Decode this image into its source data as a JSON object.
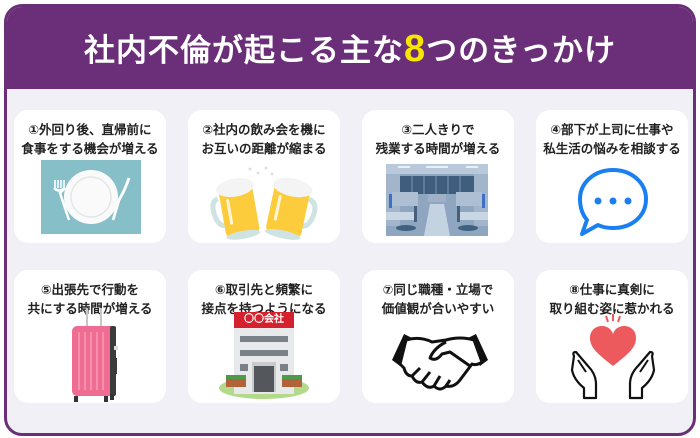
{
  "header": {
    "title_before": "社内不倫が起こる主な",
    "title_number": "8",
    "title_after": "つのきっかけ",
    "bg_color": "#6a2f78",
    "number_color": "#f7e600"
  },
  "cards": [
    {
      "line1": "①外回り後、直帰前に",
      "line2": "食事をする機会が増える",
      "icon": "plate-icon"
    },
    {
      "line1": "②社内の飲み会を機に",
      "line2": "お互いの距離が縮まる",
      "icon": "beer-mugs-icon"
    },
    {
      "line1": "③二人きりで",
      "line2": "残業する時間が増える",
      "icon": "office-icon"
    },
    {
      "line1": "④部下が上司に仕事や",
      "line2": "私生活の悩みを相談する",
      "icon": "chat-bubble-icon"
    },
    {
      "line1": "⑤出張先で行動を",
      "line2": "共にする時間が増える",
      "icon": "suitcase-icon"
    },
    {
      "line1": "⑥取引先と頻繁に",
      "line2": "接点を持つようになる",
      "icon": "company-building-icon"
    },
    {
      "line1": "⑦同じ職種・立場で",
      "line2": "価値観が合いやすい",
      "icon": "handshake-icon"
    },
    {
      "line1": "⑧仕事に真剣に",
      "line2": "取り組む姿に惹かれる",
      "icon": "heart-hands-icon"
    }
  ],
  "building_sign": "〇〇会社",
  "colors": {
    "frame": "#6a2f78",
    "panel_bg": "#f1f0f7",
    "placemat": "#87bfc9",
    "chat_blue": "#1a7ff0",
    "suitcase_pink": "#ef6d92",
    "sign_red": "#d5202e",
    "heart_red": "#ec5a5e"
  }
}
